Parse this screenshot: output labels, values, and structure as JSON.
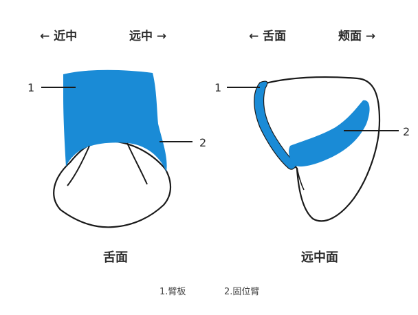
{
  "directions": {
    "left_view_left": "← 近中",
    "left_view_right": "远中 →",
    "right_view_left": "← 舌面",
    "right_view_right": "颊面 →"
  },
  "views": {
    "left_caption": "舌面",
    "right_caption": "远中面"
  },
  "callouts": {
    "left_one": "1",
    "left_two": "2",
    "right_one": "1",
    "right_two": "2"
  },
  "legend": {
    "item1": "1.臂板",
    "item2": "2.固位臂"
  },
  "colors": {
    "component_fill": "#1a8bd6",
    "outline": "#1a1a1a",
    "background": "#ffffff"
  }
}
